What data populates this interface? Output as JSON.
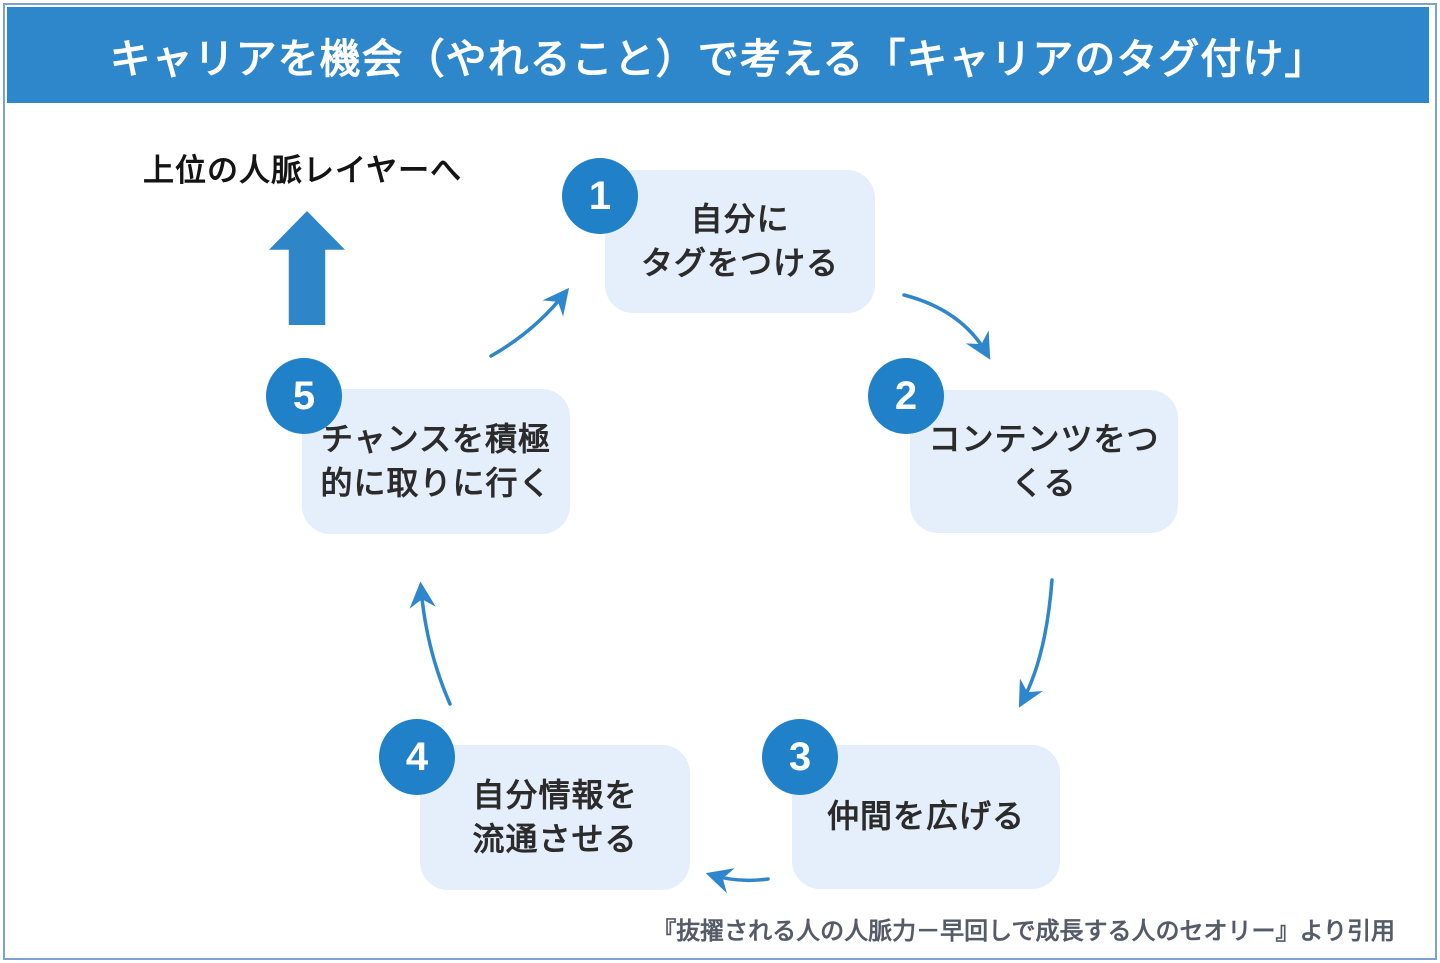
{
  "page": {
    "title": "キャリアを機会（やれること）で考える「キャリアのタグ付け」",
    "citation": "『抜擢される人の人脈力－早回しで成長する人のセオリー』より引用"
  },
  "cycle": {
    "type": "circular-flow",
    "layer_label": "上位の人脈レイヤーへ",
    "nodes": [
      {
        "number": "1",
        "label": "自分に\nタグをつける"
      },
      {
        "number": "2",
        "label": "コンテンツをつ\nくる"
      },
      {
        "number": "3",
        "label": "仲間を広げる"
      },
      {
        "number": "4",
        "label": "自分情報を\n流通させる"
      },
      {
        "number": "5",
        "label": "チャンスを積極\n的に取りに行く"
      }
    ],
    "flow_order": "1 → 2 → 3 → 4 → 5 → 1, with exit arrow upward to higher network layer"
  },
  "colors": {
    "header_blue": "#2E86CB",
    "badge_blue": "#2080C8",
    "node_fill": "#E5EEFB",
    "arrow_stroke": "#2E86CC",
    "big_arrow_blue": "#2E86C8",
    "page_border_blue": "#7CA1D6",
    "citation_text": "#565B68"
  }
}
